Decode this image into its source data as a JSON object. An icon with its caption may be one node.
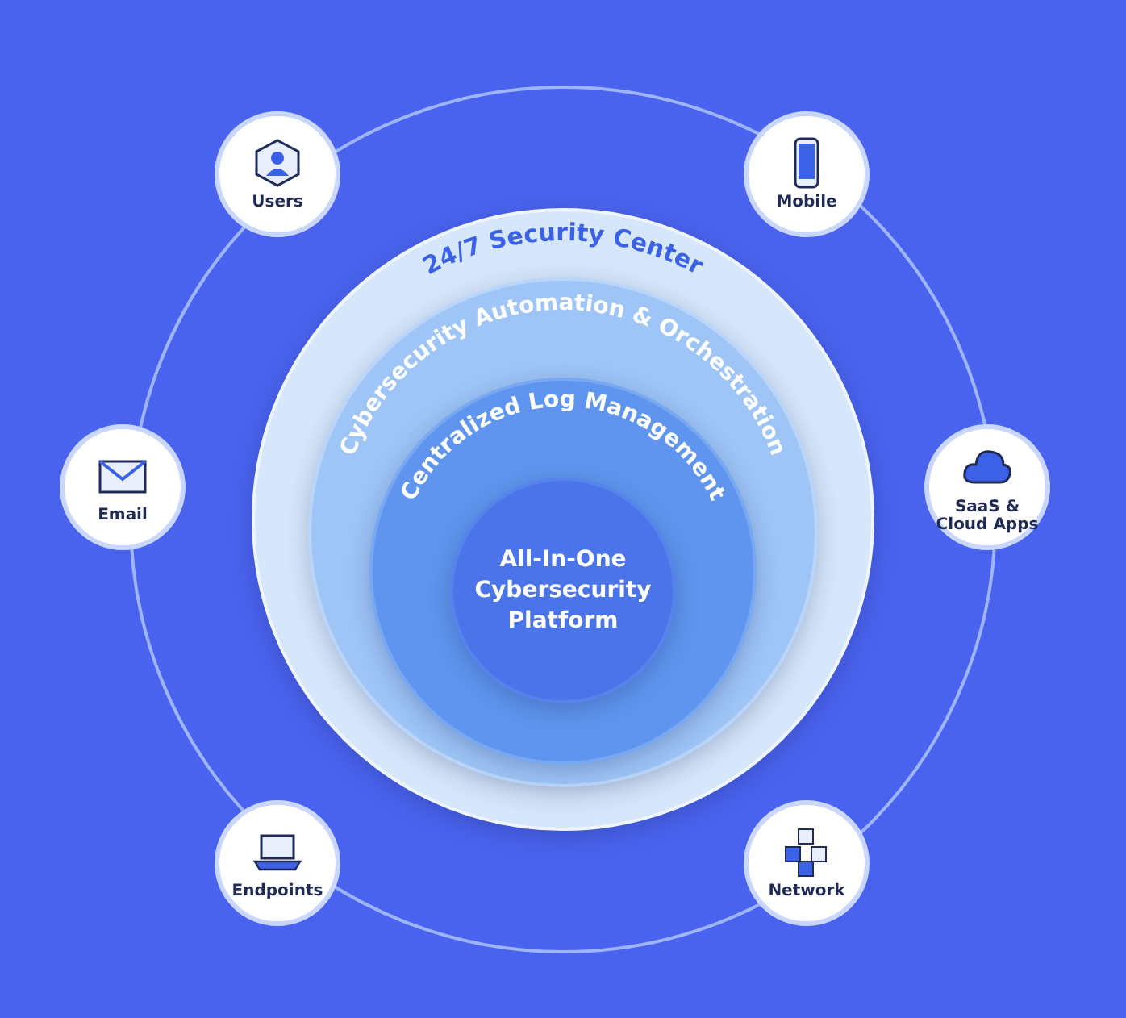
{
  "diagram": {
    "nodes": [
      {
        "text": [
          "Users"
        ]
      },
      {
        "text": [
          "Mobile"
        ]
      },
      {
        "text": [
          "24/7 Security Center"
        ]
      },
      {
        "text": [
          "Cybersecurity Automation & Orchestration"
        ],
        "in": 2
      },
      {
        "text": [
          "Centralized Log Management"
        ],
        "in": 3
      },
      {
        "text": [
          "All-In-One Cybersecurity Platform"
        ],
        "in": 4
      },
      {
        "text": [
          "Email"
        ]
      },
      {
        "text": [
          "SaaS & Cloud Apps"
        ]
      },
      {
        "text": [
          "Endpoints"
        ]
      },
      {
        "text": [
          "Network"
        ]
      }
    ]
  }
}
